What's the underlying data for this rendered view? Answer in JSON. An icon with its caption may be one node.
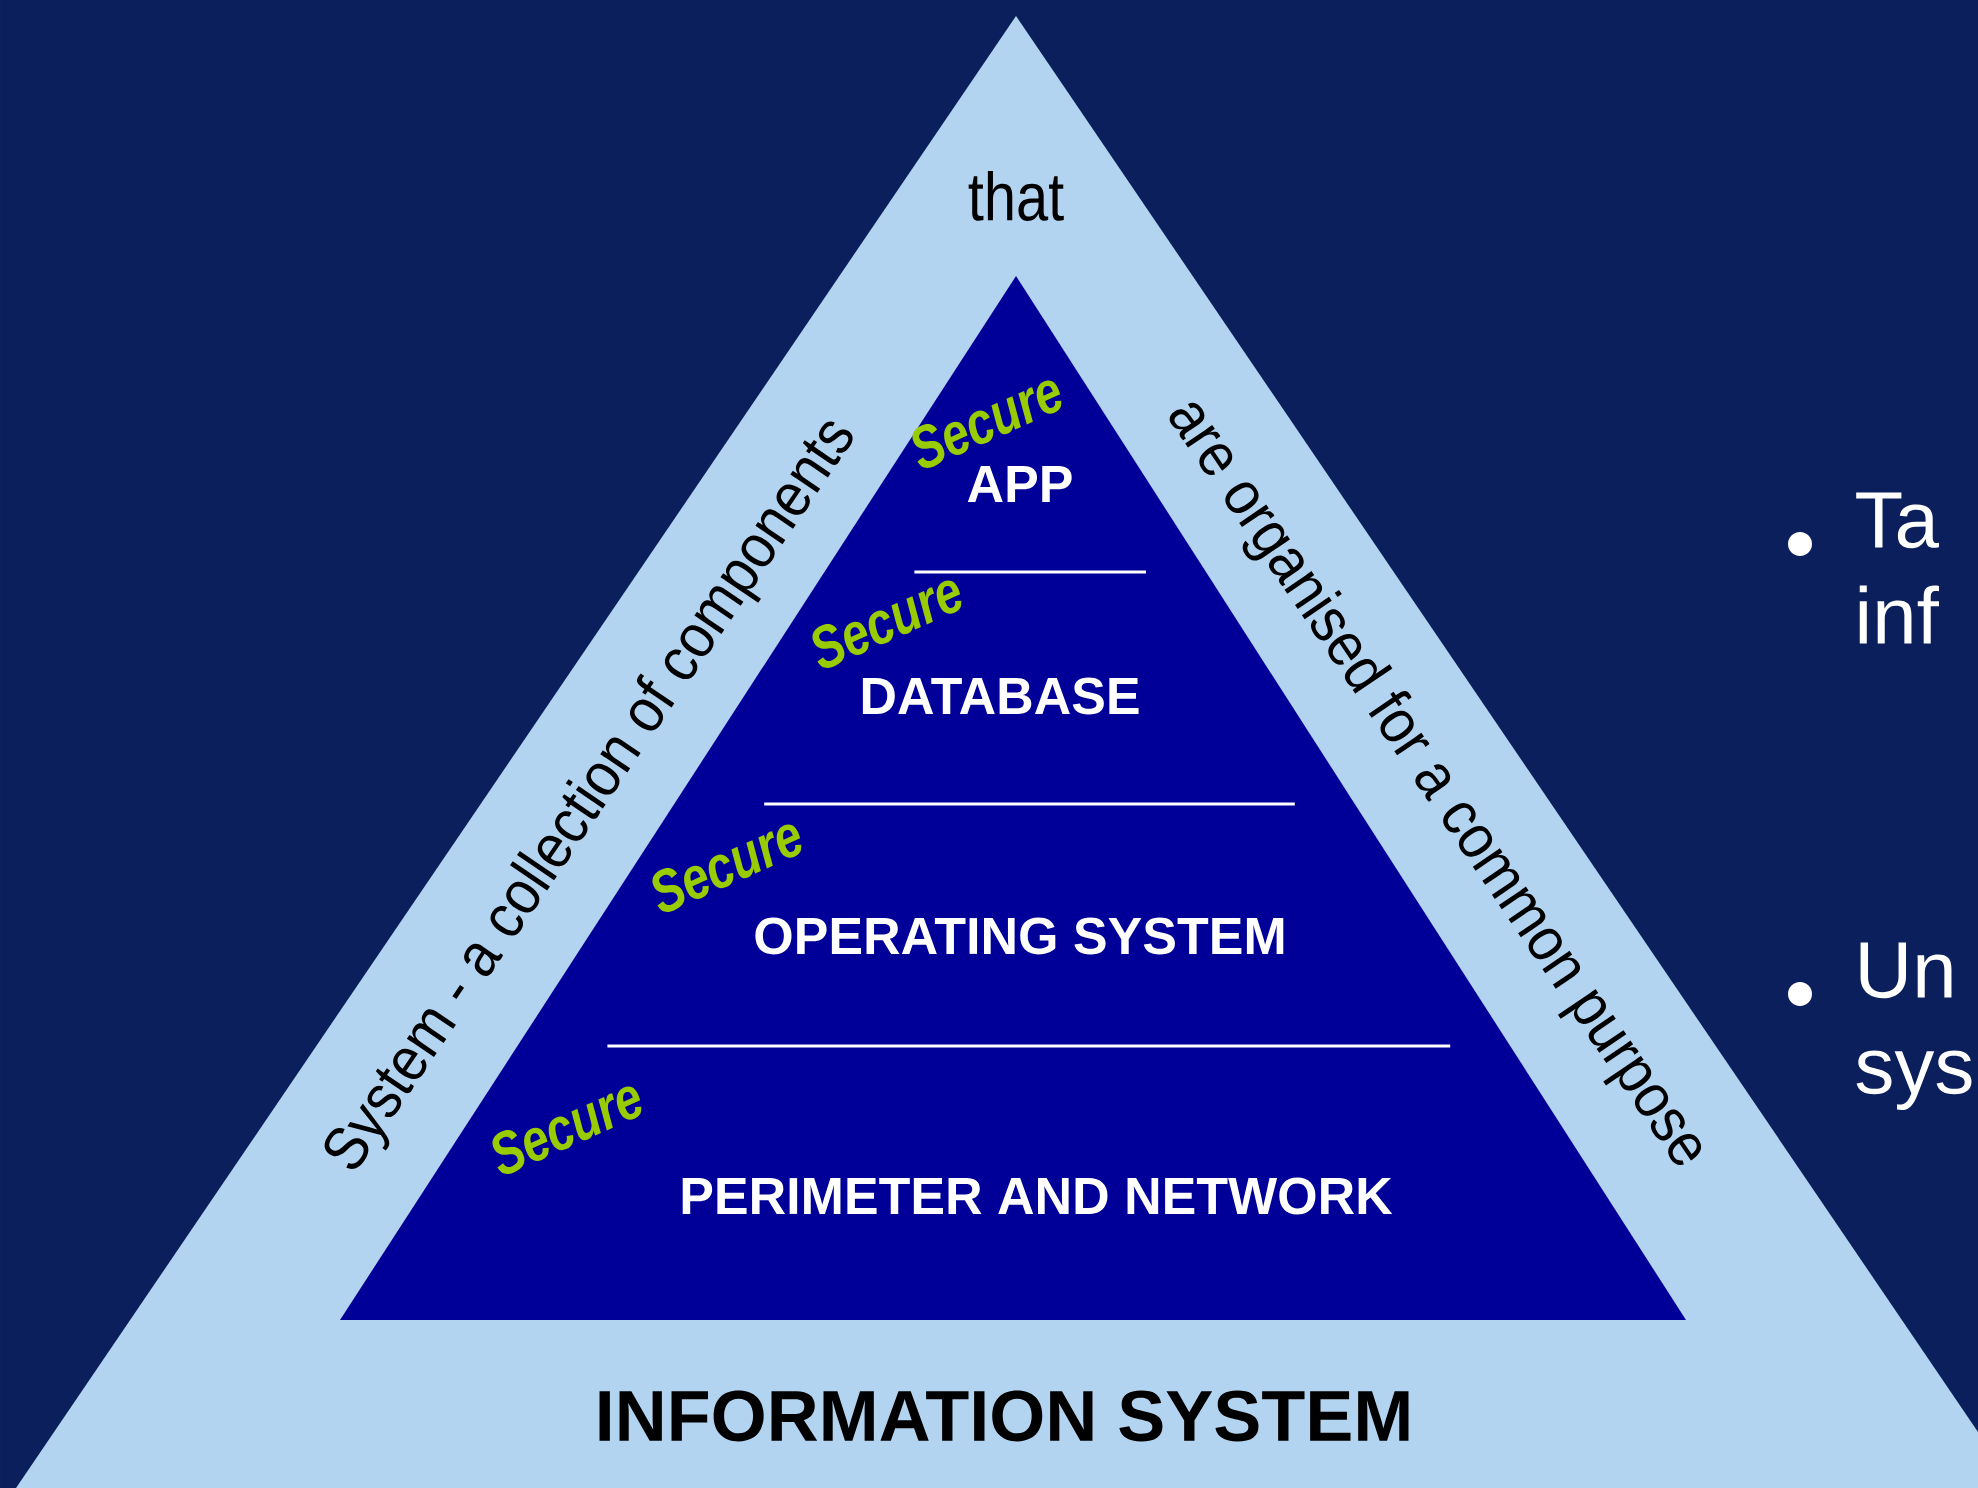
{
  "diagram": {
    "nodes": [
      {
        "text": [
          "that",
          "System - a collection of components",
          "are organised for a common purpose",
          "INFORMATION SYSTEM"
        ]
      },
      {
        "text": [
          "Secure",
          "APP"
        ],
        "in": 0
      },
      {
        "text": [
          "Secure",
          "DATABASE"
        ],
        "in": 0
      },
      {
        "text": [
          "Secure",
          "OPERATING SYSTEM"
        ],
        "in": 0
      },
      {
        "text": [
          "Secure",
          "PERIMETER AND NETWORK"
        ],
        "in": 0
      }
    ],
    "labels": [
      "Ta inf",
      "Un sys"
    ]
  }
}
